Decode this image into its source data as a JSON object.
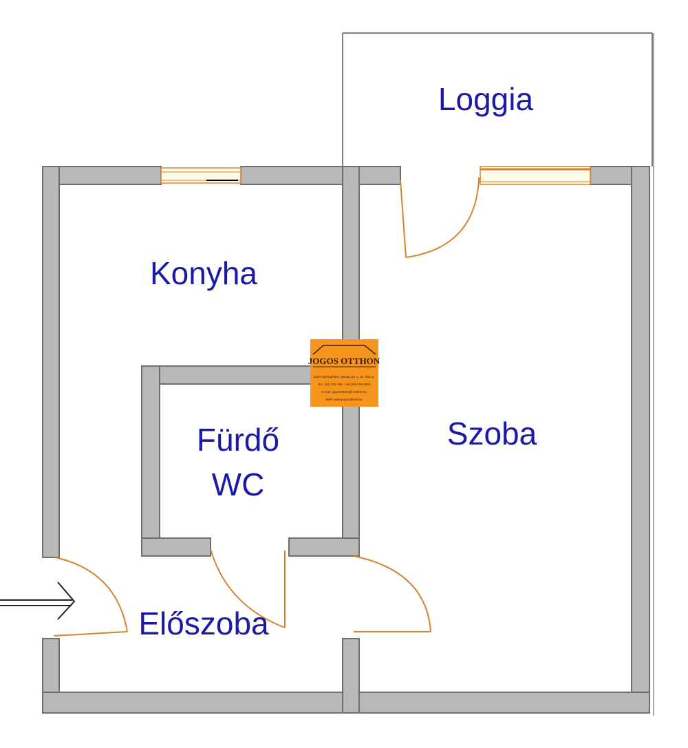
{
  "rooms": {
    "loggia": "Loggia",
    "konyha": "Konyha",
    "furdo_line1": "Fürdő",
    "furdo_line2": "WC",
    "szoba": "Szoba",
    "eloszoba": "Előszoba"
  },
  "logo": {
    "title": "JOGOS OTTHON",
    "lines": [
      "4400 Nyíregyháza, Dózsa Gy. u. 10. fszt. 4.",
      "Tel.: (42) 403-799, +36 (20) 973-3060",
      "E-mail: jogosotthon@t-online.hu",
      "Web: www.jogosotthon.hu"
    ]
  },
  "colors": {
    "wall_fill": "#b9b9b9",
    "wall_stroke": "#6e6e6e",
    "door": "#d9822b",
    "label": "#1a1aa6",
    "logo_bg": "#f7941d"
  }
}
